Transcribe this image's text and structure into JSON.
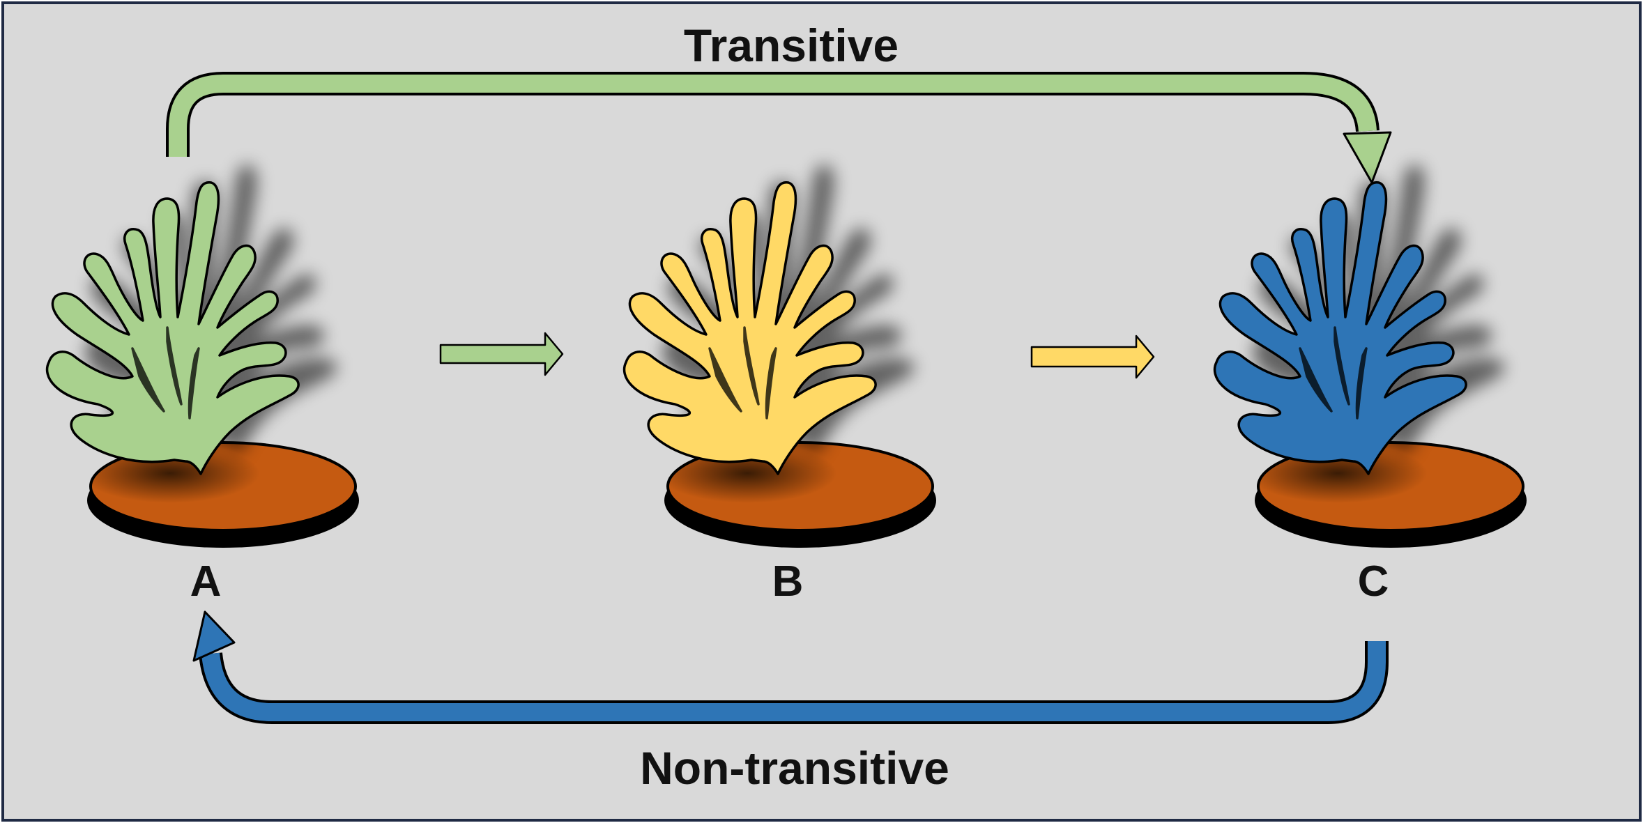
{
  "diagram": {
    "title_top": "Transitive",
    "title_bottom": "Non-transitive",
    "nodes": [
      {
        "id": "A",
        "label": "A",
        "color": "#A9D18E"
      },
      {
        "id": "B",
        "label": "B",
        "color": "#FFD966"
      },
      {
        "id": "C",
        "label": "C",
        "color": "#2E75B6"
      }
    ],
    "edges": [
      {
        "from": "A",
        "to": "B",
        "color": "#A9D18E",
        "kind": "direct"
      },
      {
        "from": "B",
        "to": "C",
        "color": "#FFD966",
        "kind": "direct"
      },
      {
        "from": "A",
        "to": "C",
        "color": "#A9D18E",
        "kind": "transitive"
      },
      {
        "from": "C",
        "to": "A",
        "color": "#2E75B6",
        "kind": "non-transitive"
      }
    ],
    "colors": {
      "background": "#D9D9D9",
      "frame": "#1F2A44",
      "substrate": "#C55A11",
      "outline": "#000000"
    }
  }
}
